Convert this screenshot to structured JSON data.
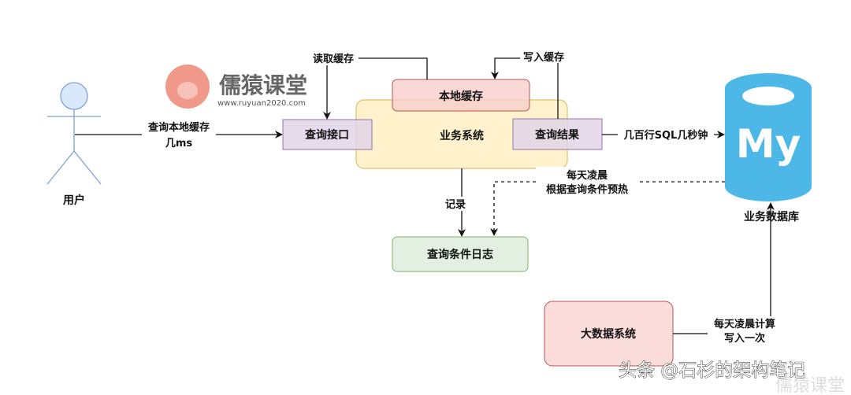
{
  "user": {
    "label": "用户"
  },
  "logo": {
    "name": "儒猿课堂",
    "url": "www.ruyuan2020.com"
  },
  "nodes": {
    "query_interface": "查询接口",
    "business_system": "业务系统",
    "local_cache": "本地缓存",
    "query_result": "查询结果",
    "query_log": "查询条件日志",
    "big_data": "大数据系统",
    "database": "业务数据库",
    "database_icon_text": "My"
  },
  "edges": {
    "user_query_1": "查询本地缓存",
    "user_query_2": "几ms",
    "read_cache": "读取缓存",
    "write_cache": "写入缓存",
    "sql": "几百行SQL几秒钟",
    "record": "记录",
    "preheat_1": "每天凌晨",
    "preheat_2": "根据查询条件预热",
    "compute_1": "每天凌晨计算",
    "compute_2": "写入一次"
  },
  "watermark": {
    "text": "头条 @石杉的架构笔记",
    "brand": "儒猿课堂"
  },
  "colors": {
    "purple_fill": "#e1d5e7",
    "purple_stroke": "#9673a6",
    "yellow_fill": "#fff2cc",
    "yellow_stroke": "#d6b656",
    "red_fill": "#f8cecc",
    "red_stroke": "#b85450",
    "green_fill": "#d5e8d4",
    "green_stroke": "#82b366",
    "db": "#4db8e8",
    "actor": "#7f9fd6",
    "logo": "#f0998a"
  }
}
